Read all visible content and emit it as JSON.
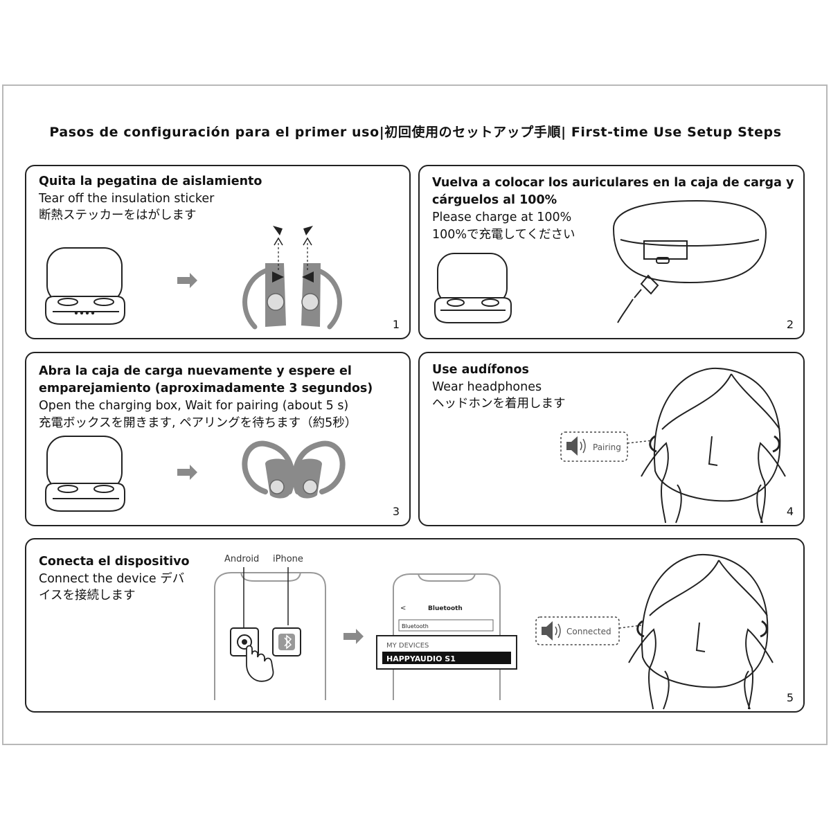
{
  "title": "Pasos de configuración para el primer uso|初回使用のセットアップ手順| First-time Use Setup Steps",
  "steps": [
    {
      "number": "1",
      "lines": [
        "Quita la pegatina de aislamiento",
        "Tear off the insulation sticker",
        "断熱ステッカーをはがします"
      ]
    },
    {
      "number": "2",
      "lines": [
        "Vuelva a colocar los auriculares en la caja de carga y",
        "cárguelos al 100%",
        "Please charge at 100%",
        "100%で充電してください"
      ]
    },
    {
      "number": "3",
      "lines": [
        "Abra la caja de carga nuevamente y espere el",
        "emparejamiento (aproximadamente 3 segundos)",
        "Open the charging box, Wait for pairing (about 5 s)",
        "充電ボックスを開きます, ペアリングを待ちます（約5秒）"
      ]
    },
    {
      "number": "4",
      "lines": [
        "Use audífonos",
        "Wear headphones",
        "ヘッドホンを着用します"
      ],
      "bubble": "Pairing"
    },
    {
      "number": "5",
      "lines": [
        "Conecta el dispositivo",
        "Connect the device デバ",
        "イスを接続します"
      ],
      "phone_labels": [
        "Android",
        "iPhone"
      ],
      "bt_header": "Bluetooth",
      "bt_row": "Bluetooth",
      "my_devices": "MY DEVICES",
      "device_name": "HAPPYAUDIO S1",
      "bubble": "Connected"
    }
  ],
  "colors": {
    "border": "#222222",
    "earbud_gray": "#8a8a8a",
    "frame": "#b8b8b8"
  }
}
